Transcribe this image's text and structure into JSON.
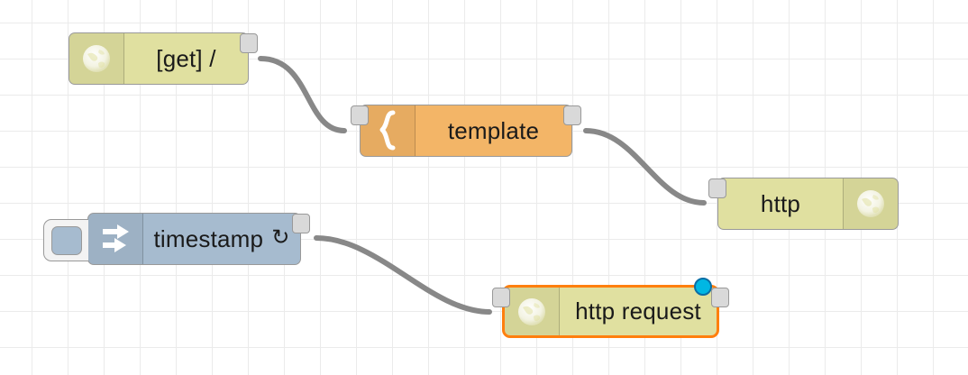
{
  "app": {
    "name": "Node-RED flow editor canvas",
    "grid": {
      "size": 40,
      "color": "#ebebeb",
      "background": "#ffffff"
    }
  },
  "colors": {
    "http_node": "#e0e0a0",
    "template_node": "#f3b567",
    "inject_node": "#a6bbcf",
    "selected_border": "#ff7f0e",
    "changed_badge": "#00b7e3",
    "link_wire": "#888888",
    "port": "#d9d9d9",
    "node_border": "#999999"
  },
  "nodes": [
    {
      "id": "http-in",
      "label": "[get] /",
      "type": "http in",
      "icon": "globe-icon",
      "icon_side": "left",
      "color": "#e0e0a0",
      "selected": false,
      "changed": false,
      "ports": {
        "input": false,
        "output": true
      }
    },
    {
      "id": "template",
      "label": "template",
      "type": "template",
      "icon": "curly-brace-icon",
      "icon_side": "left",
      "color": "#f3b567",
      "selected": false,
      "changed": false,
      "ports": {
        "input": true,
        "output": true
      }
    },
    {
      "id": "http-response",
      "label": "http",
      "type": "http response",
      "icon": "globe-icon",
      "icon_side": "right",
      "color": "#e0e0a0",
      "selected": false,
      "changed": false,
      "ports": {
        "input": true,
        "output": false
      }
    },
    {
      "id": "inject",
      "label": "timestamp",
      "badge": "↻",
      "type": "inject",
      "icon": "arrow-right-icon",
      "icon_side": "left",
      "color": "#a6bbcf",
      "selected": false,
      "changed": false,
      "ports": {
        "input": false,
        "output": true
      }
    },
    {
      "id": "http-request",
      "label": "http request",
      "type": "http request",
      "icon": "globe-icon",
      "icon_side": "left",
      "color": "#e0e0a0",
      "selected": true,
      "changed": true,
      "ports": {
        "input": true,
        "output": true
      }
    }
  ],
  "links": [
    {
      "from": "http-in",
      "to": "template"
    },
    {
      "from": "template",
      "to": "http-response"
    },
    {
      "from": "inject",
      "to": "http-request"
    }
  ]
}
